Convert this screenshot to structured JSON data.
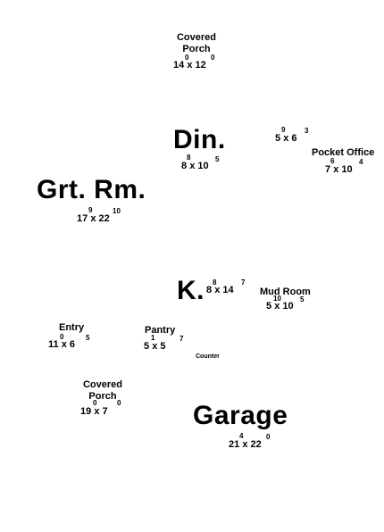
{
  "rooms": {
    "covered_porch_top": {
      "label_line1": "Covered",
      "label_line2": "Porch",
      "dim_a": "14",
      "dim_b": "12",
      "frac_a": "0",
      "frac_b": "0"
    },
    "dining": {
      "label": "Din.",
      "dim_a": "8",
      "dim_b": "10",
      "frac_a": "8",
      "frac_b": "5"
    },
    "unnamed_5x6": {
      "dim_a": "5",
      "dim_b": "6",
      "frac_a": "9",
      "frac_b": "3"
    },
    "pocket_office": {
      "label": "Pocket Office",
      "dim_a": "7",
      "dim_b": "10",
      "frac_a": "6",
      "frac_b": "4"
    },
    "great_room": {
      "label": "Grt. Rm.",
      "dim_a": "17",
      "dim_b": "22",
      "frac_a": "9",
      "frac_b": "10"
    },
    "kitchen": {
      "label": "K.",
      "dim_a": "8",
      "dim_b": "14",
      "frac_a": "8",
      "frac_b": "7"
    },
    "mud_room": {
      "label": "Mud Room",
      "dim_a": "5",
      "dim_b": "10",
      "frac_a": "10",
      "frac_b": "5"
    },
    "entry": {
      "label": "Entry",
      "dim_a": "11",
      "dim_b": "6",
      "frac_a": "0",
      "frac_b": "5"
    },
    "pantry": {
      "label": "Pantry",
      "dim_a": "5",
      "dim_b": "5",
      "frac_a": "1",
      "frac_b": "7"
    },
    "counter": {
      "label": "Counter"
    },
    "covered_porch_bottom": {
      "label_line1": "Covered",
      "label_line2": "Porch",
      "dim_a": "19",
      "dim_b": "7",
      "frac_a": "0",
      "frac_b": "0"
    },
    "garage": {
      "label": "Garage",
      "dim_a": "21",
      "dim_b": "22",
      "frac_a": "4",
      "frac_b": "0"
    }
  },
  "separator": "x"
}
